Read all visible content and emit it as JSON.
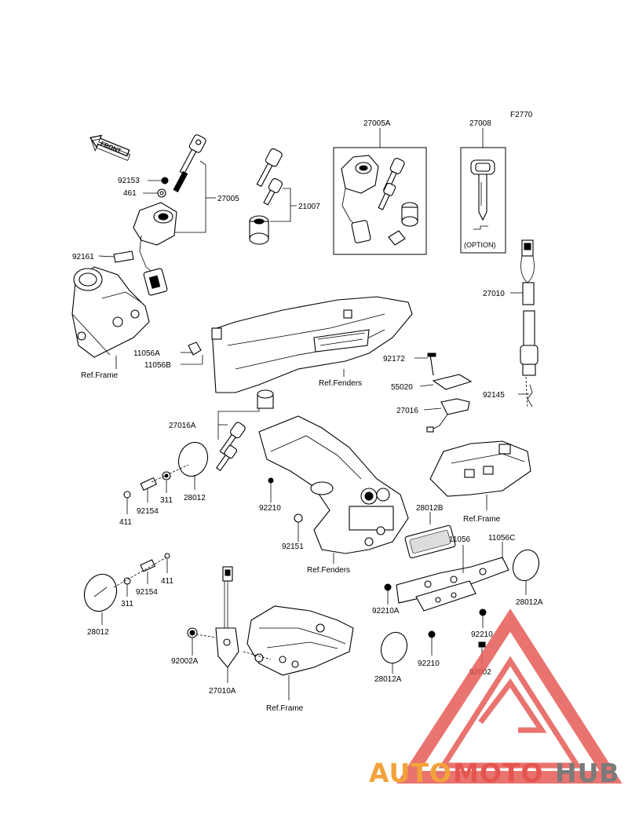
{
  "figure_code": "F2770",
  "front_label": "FRONT",
  "option_label": "(OPTION)",
  "callouts": {
    "p92153": "92153",
    "p461": "461",
    "p27005": "27005",
    "p21007": "21007",
    "p27005A": "27005A",
    "p27008": "27008",
    "p92161": "92161",
    "refFrame1": "Ref.Frame",
    "p11056A": "11056A",
    "p11056B": "11056B",
    "refFenders1": "Ref.Fenders",
    "p27010": "27010",
    "p92172": "92172",
    "p55020": "55020",
    "p27016": "27016",
    "p92145": "92145",
    "p27016A": "27016A",
    "p92154a": "92154",
    "p311a": "311",
    "p28012a": "28012",
    "p411a": "411",
    "p92210a": "92210",
    "p28012B": "28012B",
    "refFrame2": "Ref.Frame",
    "p92151": "92151",
    "refFenders2": "Ref.Fenders",
    "p11056": "11056",
    "p11056C": "11056C",
    "p411b": "411",
    "p92154b": "92154",
    "p311b": "311",
    "p28012A1": "28012A",
    "p92210A": "92210A",
    "p28012b": "28012",
    "p92210b": "92210",
    "p92002": "92002",
    "p92002A": "92002A",
    "p92210c": "92210",
    "p28012A2": "28012A",
    "p27010A": "27010A",
    "refFrame3": "Ref.Frame"
  },
  "watermark": {
    "part1": "AUTO",
    "part2": "MOTO",
    "part3": "HUB",
    "colors": {
      "orange": "#f2a23a",
      "red": "#e5554f",
      "gray": "#7a7a7a"
    }
  }
}
